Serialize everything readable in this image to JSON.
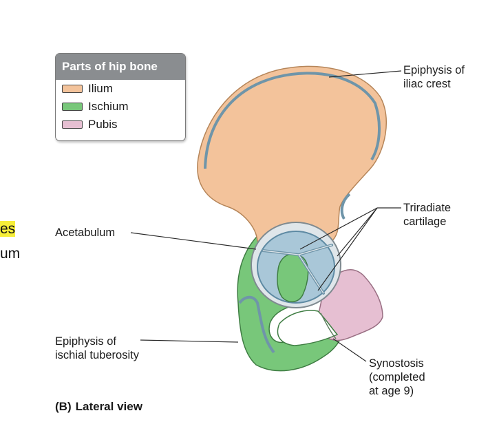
{
  "legend": {
    "title": "Parts of hip bone",
    "items": [
      {
        "label": "Ilium",
        "color": "#f3c39b"
      },
      {
        "label": "Ischium",
        "color": "#78c77a"
      },
      {
        "label": "Pubis",
        "color": "#e6bfd2"
      }
    ]
  },
  "labels": {
    "epiphysis_iliac_line1": "Epiphysis of",
    "epiphysis_iliac_line2": "iliac crest",
    "triradiate_line1": "Triradiate",
    "triradiate_line2": "cartilage",
    "acetabulum": "Acetabulum",
    "epiphysis_ischial_line1": "Epiphysis of",
    "epiphysis_ischial_line2": "ischial tuberosity",
    "synostosis_line1": "Synostosis",
    "synostosis_line2": "(completed",
    "synostosis_line3": "at age 9)"
  },
  "caption": {
    "tag": "(B)",
    "text": "Lateral view"
  },
  "cropped_text": {
    "line1": "es",
    "line2": "um"
  },
  "colors": {
    "ilium": "#f3c39b",
    "ischium": "#78c77a",
    "pubis": "#e6bfd2",
    "cartilage": "#a9c7d8",
    "cartilage_stroke": "#5e8aa3"
  }
}
